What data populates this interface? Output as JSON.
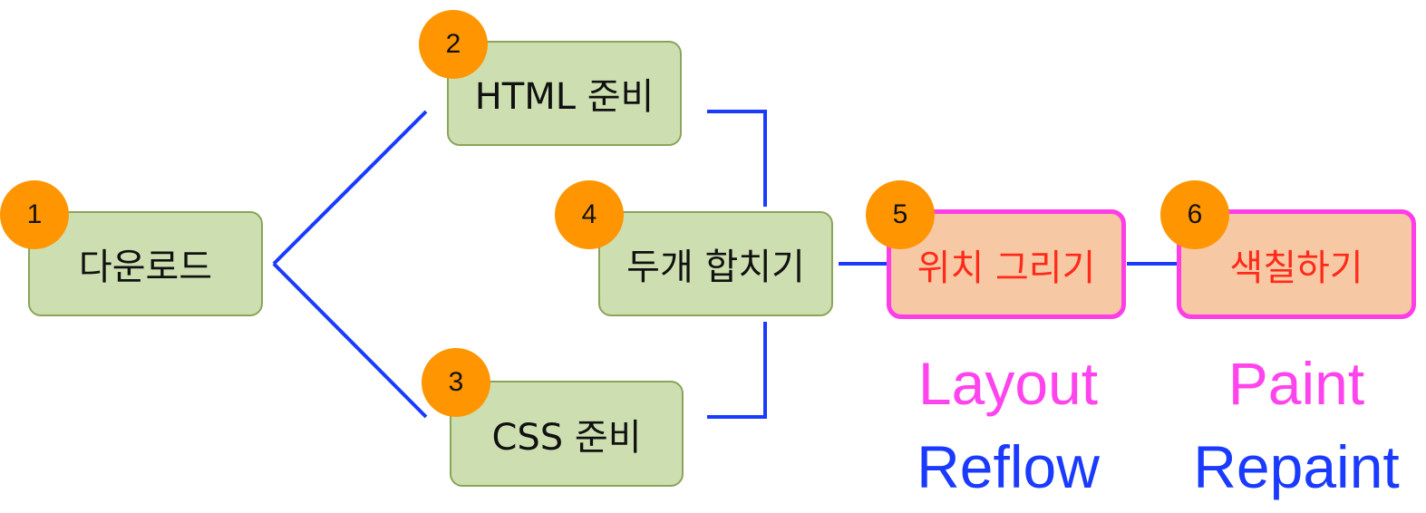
{
  "colors": {
    "node_fill": "#cddfb1",
    "node_border": "#8aa45a",
    "badge": "#ff9500",
    "highlight_fill": "#f7c8a4",
    "highlight_border": "#ff3de6",
    "highlight_text": "#ff2a1a",
    "connector": "#1a3bff",
    "term_primary": "#ff44ee",
    "term_secondary": "#1a3bff"
  },
  "nodes": [
    {
      "id": "download",
      "label": "다운로드",
      "step": "1"
    },
    {
      "id": "html",
      "label": "HTML 준비",
      "step": "2"
    },
    {
      "id": "css",
      "label": "CSS 준비",
      "step": "3"
    },
    {
      "id": "merge",
      "label": "두개 합치기",
      "step": "4"
    },
    {
      "id": "layout",
      "label": "위치 그리기",
      "step": "5"
    },
    {
      "id": "paint",
      "label": "색칠하기",
      "step": "6"
    }
  ],
  "terms": {
    "layout": {
      "primary": "Layout",
      "secondary": "Reflow"
    },
    "paint": {
      "primary": "Paint",
      "secondary": "Repaint"
    }
  }
}
